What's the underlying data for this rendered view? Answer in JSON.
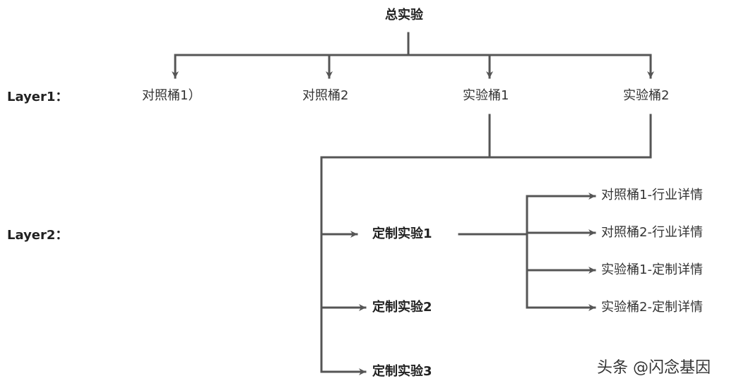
{
  "title": "总实验",
  "layer_labels": [
    "Layer1：",
    "Layer2："
  ],
  "layer1": [
    "对照桶1）",
    "对照桶2",
    "实验桶1",
    "实验桶2"
  ],
  "layer2": [
    "定制实验1",
    "定制实验2",
    "定制实验3"
  ],
  "details": [
    "对照桶1-行业详情",
    "对照桶2-行业详情",
    "实验桶1-定制详情",
    "实验桶2-定制详情"
  ],
  "watermark": "头条 @闪念基因",
  "colors": {
    "line": "#555555",
    "text": "#222222"
  }
}
